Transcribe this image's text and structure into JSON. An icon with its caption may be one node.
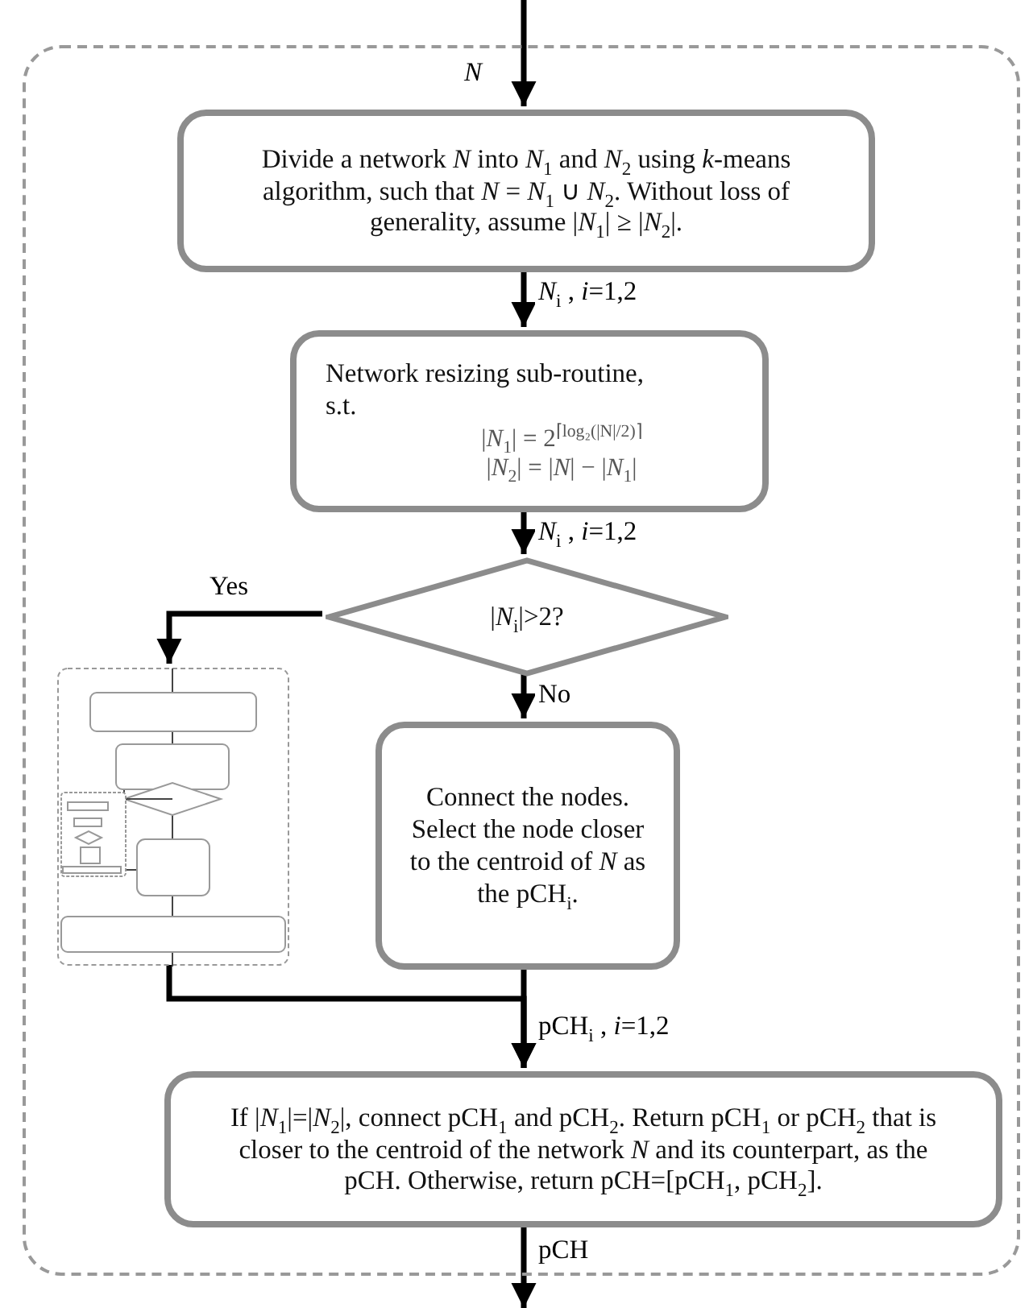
{
  "diagram": {
    "nodes": [
      {
        "text": [],
        "shape": "box"
      },
      {
        "text": [
          "Divide a network *N* into *N*$_{1}$ and *N*$_{2}$ using *k*-means algorithm, such that *N* = *N*$_{1}$ ∪ *N*$_{2}$. Without loss of generality, assume |*N*$_{1}$| ≥ |*N*$_{2}$|."
        ],
        "in": 0
      },
      {
        "text": [
          "Network resizing sub-routine, s.t.",
          "|*N*$_{1}$| = 2$^{⌈log₂(|N|/2)⌉}$",
          "|*N*$_{2}$| = |*N*| − |*N*$_{1}$|"
        ],
        "in": 0
      },
      {
        "text": [
          "|*N*$_{i}$|>2?"
        ],
        "in": 0
      },
      {
        "text": [],
        "shape": "picture",
        "in": 0
      },
      {
        "text": [
          "Connect the nodes. Select the node closer to the centroid of *N* as the pCH$_{i}$."
        ],
        "in": 0
      },
      {
        "text": [
          "If |*N*$_{1}$|=|*N*$_{2}$|, connect pCH$_{1}$ and pCH$_{2}$. Return pCH$_{1}$ or pCH$_{2}$ that is closer to the centroid of the network *N* and its counterpart, as the pCH. Otherwise, return pCH=[pCH$_{1}$, pCH$_{2}$]."
        ],
        "in": 0
      }
    ],
    "edges": [
      {
        "from": null,
        "to": 1,
        "arrow": "to",
        "label": "*N*"
      },
      {
        "from": 1,
        "to": 2,
        "arrow": "to",
        "label": "*N*$_{i}$ , *i*=1,2"
      },
      {
        "from": 2,
        "to": 3,
        "arrow": "to",
        "label": "*N*$_{i}$ , *i*=1,2"
      },
      {
        "from": 3,
        "to": 4,
        "arrow": "to",
        "label": "Yes"
      },
      {
        "from": 3,
        "to": 5,
        "arrow": "to",
        "label": "No"
      },
      {
        "from": 4,
        "to": 6,
        "arrow": "to"
      },
      {
        "from": 5,
        "to": 6,
        "arrow": "to",
        "label": "pCH$_{i}$ , *i*=1,2"
      },
      {
        "from": 6,
        "to": null,
        "arrow": "to",
        "label": "pCH"
      }
    ]
  }
}
